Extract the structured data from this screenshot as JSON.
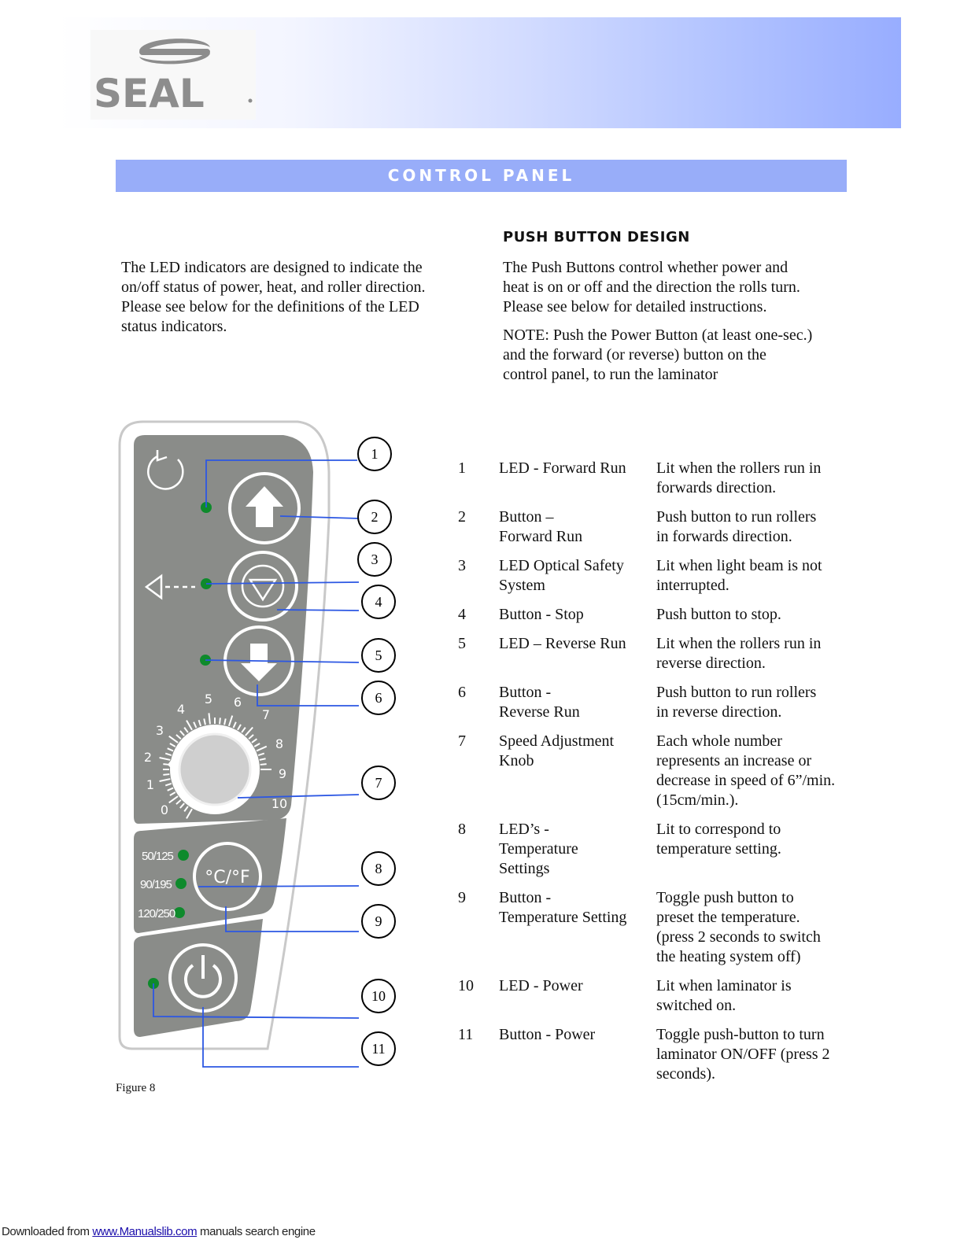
{
  "header": {
    "brand": "SEAL",
    "colors": {
      "band_start": "#ffffff",
      "band_end": "#98adff",
      "section_bar": "#98adf9"
    }
  },
  "section": {
    "title": "CONTROL PANEL"
  },
  "push_heading": "PUSH BUTTON DESIGN",
  "led_intro": [
    "The LED indicators are designed to indicate the",
    "on/off status of power, heat, and roller direction.",
    "Please see below for the definitions of the LED",
    "status indicators."
  ],
  "push_intro": [
    "The Push Buttons control whether power and",
    "heat is on or off and the direction the rolls turn.",
    "Please see below for detailed instructions."
  ],
  "note": [
    "NOTE: Push the Power Button (at least one-sec.)",
    "and the forward (or reverse) button on the",
    "control panel, to run the laminator"
  ],
  "legend": [
    {
      "num": "1",
      "name": [
        "LED - Forward Run"
      ],
      "desc": [
        "Lit when the rollers run in",
        "forwards direction."
      ]
    },
    {
      "num": "2",
      "name": [
        "Button –",
        "Forward Run"
      ],
      "desc": [
        "Push button to run rollers",
        "in forwards direction."
      ]
    },
    {
      "num": "3",
      "name": [
        "LED Optical Safety",
        "System"
      ],
      "desc": [
        "Lit when light beam is not",
        "interrupted."
      ]
    },
    {
      "num": "4",
      "name": [
        "Button - Stop"
      ],
      "desc": [
        "Push button to stop."
      ]
    },
    {
      "num": "5",
      "name": [
        "LED – Reverse Run"
      ],
      "desc": [
        "Lit when the rollers run in",
        "reverse direction."
      ]
    },
    {
      "num": "6",
      "name": [
        "Button -",
        "Reverse Run"
      ],
      "desc": [
        "Push button to run rollers",
        "in reverse direction."
      ]
    },
    {
      "num": "7",
      "name": [
        "Speed Adjustment",
        "Knob"
      ],
      "desc": [
        "Each whole number",
        "represents an increase or",
        "decrease in speed of 6”/min.",
        "(15cm/min.)."
      ]
    },
    {
      "num": "8",
      "name": [
        "LED’s -",
        "Temperature",
        "Settings"
      ],
      "desc": [
        "Lit to correspond to",
        "temperature setting."
      ]
    },
    {
      "num": "9",
      "name": [
        "Button -",
        "Temperature Setting"
      ],
      "desc": [
        "Toggle push button to",
        "preset the temperature.",
        "(press 2 seconds to switch",
        "the heating system off)"
      ]
    },
    {
      "num": "10",
      "name": [
        "LED - Power"
      ],
      "desc": [
        "Lit when laminator is",
        "switched on."
      ]
    },
    {
      "num": "11",
      "name": [
        "Button - Power"
      ],
      "desc": [
        "Toggle push-button to turn",
        "laminator ON/OFF (press 2",
        "seconds)."
      ]
    }
  ],
  "panel": {
    "callouts": [
      "1",
      "2",
      "3",
      "4",
      "5",
      "6",
      "7",
      "8",
      "9",
      "10",
      "11"
    ],
    "dial_numbers": [
      "0",
      "1",
      "2",
      "3",
      "4",
      "5",
      "6",
      "7",
      "8",
      "9",
      "10"
    ],
    "temp_labels": [
      "50/125",
      "90/195",
      "120/250"
    ],
    "temp_button_label": "°C/°F",
    "icons": [
      "rotate-icon",
      "arrow-up-icon",
      "stop-triangle-icon",
      "arrow-down-icon",
      "optical-sensor-icon",
      "power-icon"
    ],
    "colors": {
      "panel": "#8a8c89",
      "led": "#0e8a2c",
      "leader": "#2c57e3"
    }
  },
  "figure_caption": "Figure 8",
  "footer": {
    "prefix": "Downloaded from ",
    "link": "www.Manualslib.com",
    "suffix": " manuals search engine"
  }
}
